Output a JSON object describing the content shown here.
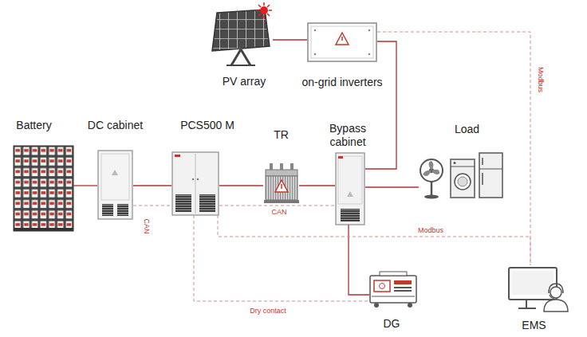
{
  "diagram": {
    "nodes": [
      {
        "text": [
          "PV array"
        ]
      },
      {
        "text": [
          "on-grid inverters"
        ]
      },
      {
        "text": [
          "Battery"
        ]
      },
      {
        "text": [
          "DC cabinet"
        ]
      },
      {
        "text": [
          "PCS500 M"
        ]
      },
      {
        "text": [
          "TR"
        ]
      },
      {
        "text": [
          "Bypass cabinet"
        ]
      },
      {
        "text": [
          "Load"
        ]
      },
      {
        "text": [
          "DG"
        ]
      },
      {
        "text": [
          "EMS"
        ]
      }
    ],
    "edges": [
      {
        "from": 0,
        "to": 1,
        "arrow": "none"
      },
      {
        "from": 2,
        "to": 3,
        "arrow": "none"
      },
      {
        "from": 3,
        "to": 4,
        "arrow": "none"
      },
      {
        "from": 4,
        "to": 5,
        "arrow": "none"
      },
      {
        "from": 5,
        "to": 6,
        "arrow": "none"
      },
      {
        "from": 6,
        "to": 7,
        "arrow": "none"
      },
      {
        "from": 1,
        "to": 6,
        "arrow": "none"
      },
      {
        "from": 6,
        "to": 8,
        "arrow": "none"
      },
      {
        "from": 3,
        "to": 4,
        "label": "CAN",
        "arrow": "none"
      },
      {
        "from": 4,
        "to": 6,
        "label": "CAN",
        "arrow": "none"
      },
      {
        "from": 4,
        "to": 9,
        "label": "Modbus",
        "arrow": "none"
      },
      {
        "from": 1,
        "to": 9,
        "label": "Modbus",
        "arrow": "none"
      },
      {
        "from": 4,
        "to": 8,
        "label": "Dry contact",
        "arrow": "none"
      }
    ]
  }
}
